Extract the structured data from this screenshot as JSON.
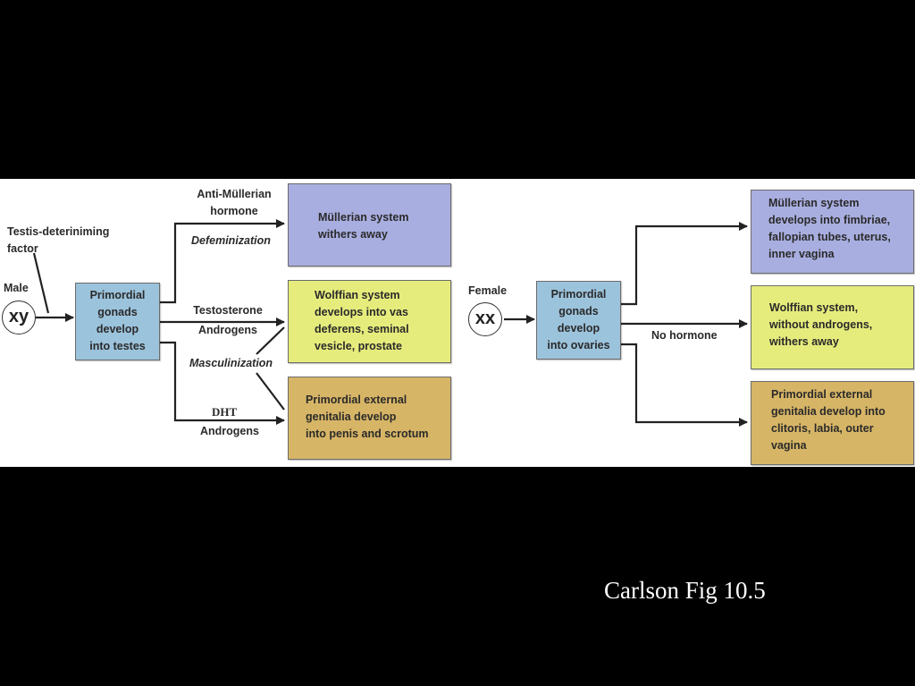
{
  "diagram": {
    "male": {
      "label": "Male",
      "chromosome": "xy",
      "factor_label": "Testis-deteriniming\nfactor",
      "gonads_box": "Primordial\ngonads\ndevelop\ninto testes",
      "hormone_top": "Anti-Müllerian\nhormone",
      "defeminization": "Defeminization",
      "hormone_mid": "Testosterone\nAndrogens",
      "masculinization": "Masculinization",
      "dht": "DHT",
      "androgens_bottom": "Androgens",
      "outcome_mullerian": "Müllerian system\nwithers away",
      "outcome_wolffian": "Wolffian system\ndevelops into vas\ndeferens, seminal\nvesicle, prostate",
      "outcome_external": "Primordial external\ngenitalia develop\ninto penis and scrotum"
    },
    "female": {
      "label": "Female",
      "chromosome": "xx",
      "gonads_box": "Primordial\ngonads\ndevelop\ninto ovaries",
      "no_hormone": "No hormone",
      "outcome_mullerian": "Müllerian system\ndevelops into fimbriae,\nfallopian tubes, uterus,\ninner vagina",
      "outcome_wolffian": "Wolffian system,\nwithout androgens,\nwithers away",
      "outcome_external": "Primordial external\ngenitalia develop into\nclitoris, labia, outer\nvagina"
    },
    "colors": {
      "gonads_box": "#9cc3dc",
      "mullerian_box": "#a9aee0",
      "wolffian_box": "#e6ec7c",
      "external_box": "#d7b566",
      "arrow": "#222222"
    }
  },
  "caption": "Carlson Fig 10.5"
}
